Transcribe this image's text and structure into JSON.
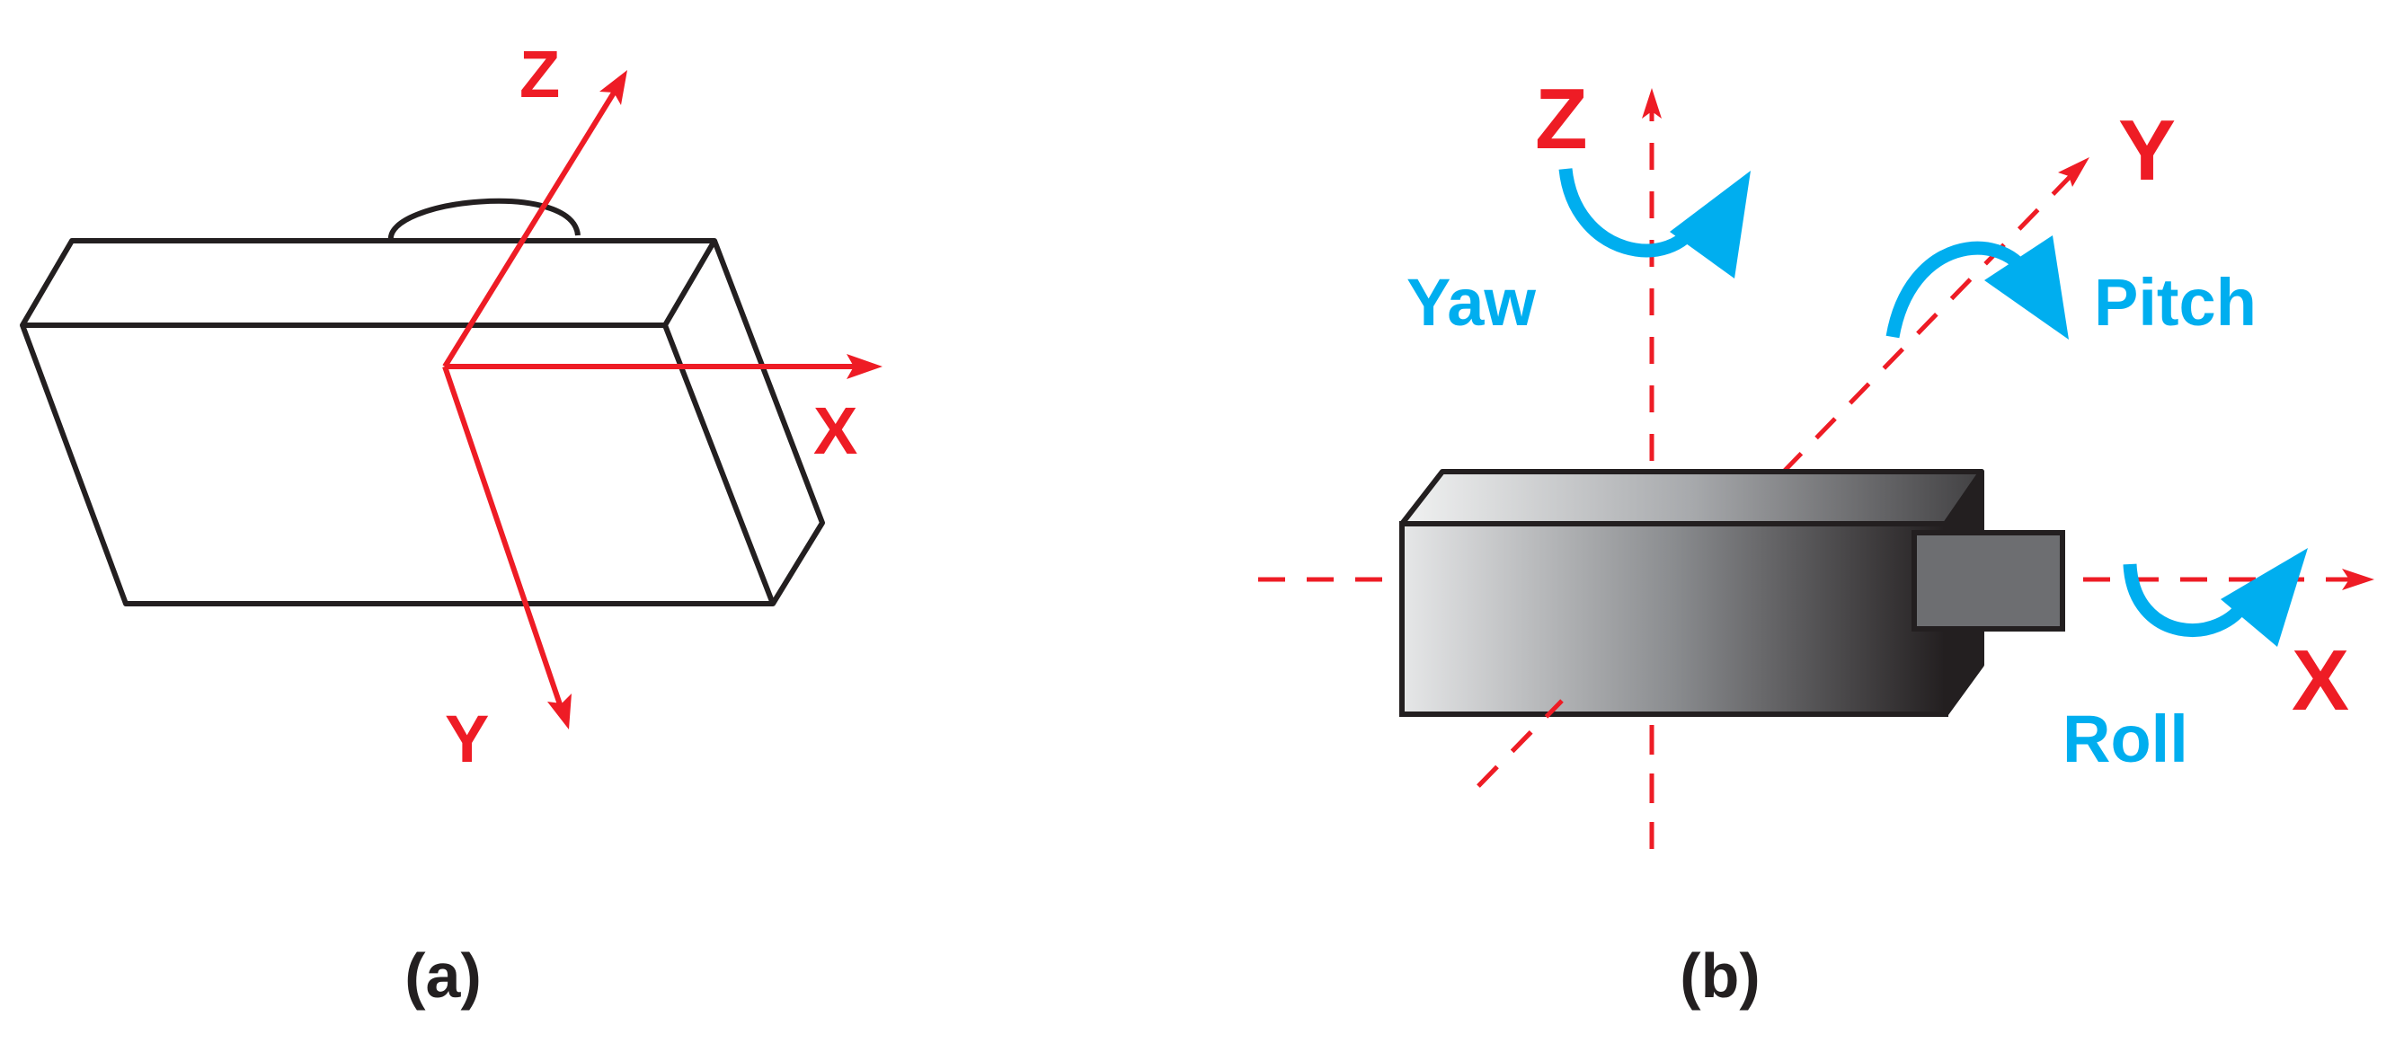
{
  "colors": {
    "axis": "#ee1c25",
    "rotation": "#00aeef",
    "outline": "#231f20",
    "gradient_light": "#e6e7e8",
    "gradient_dark": "#231f20",
    "connector": "#6d6e71"
  },
  "panel_a": {
    "axis_x_label": "X",
    "axis_y_label": "Y",
    "axis_z_label": "Z",
    "caption": "(a)"
  },
  "panel_b": {
    "axis_x_label": "X",
    "axis_y_label": "Y",
    "axis_z_label": "Z",
    "yaw_label": "Yaw",
    "pitch_label": "Pitch",
    "roll_label": "Roll",
    "caption": "(b)"
  }
}
